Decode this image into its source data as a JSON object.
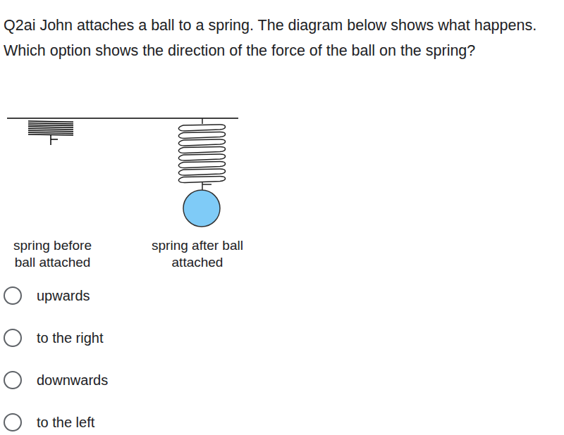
{
  "diagram": {
    "title": "Q2ai John attaches a ball to a spring. The diagram below shows what happens. Which option shows the direction of the force of the ball on the spring?",
    "labels": [
      "spring before ball attached",
      "spring after ball attached",
      "upwards",
      "to the right",
      "downwards",
      "to the left"
    ]
  }
}
